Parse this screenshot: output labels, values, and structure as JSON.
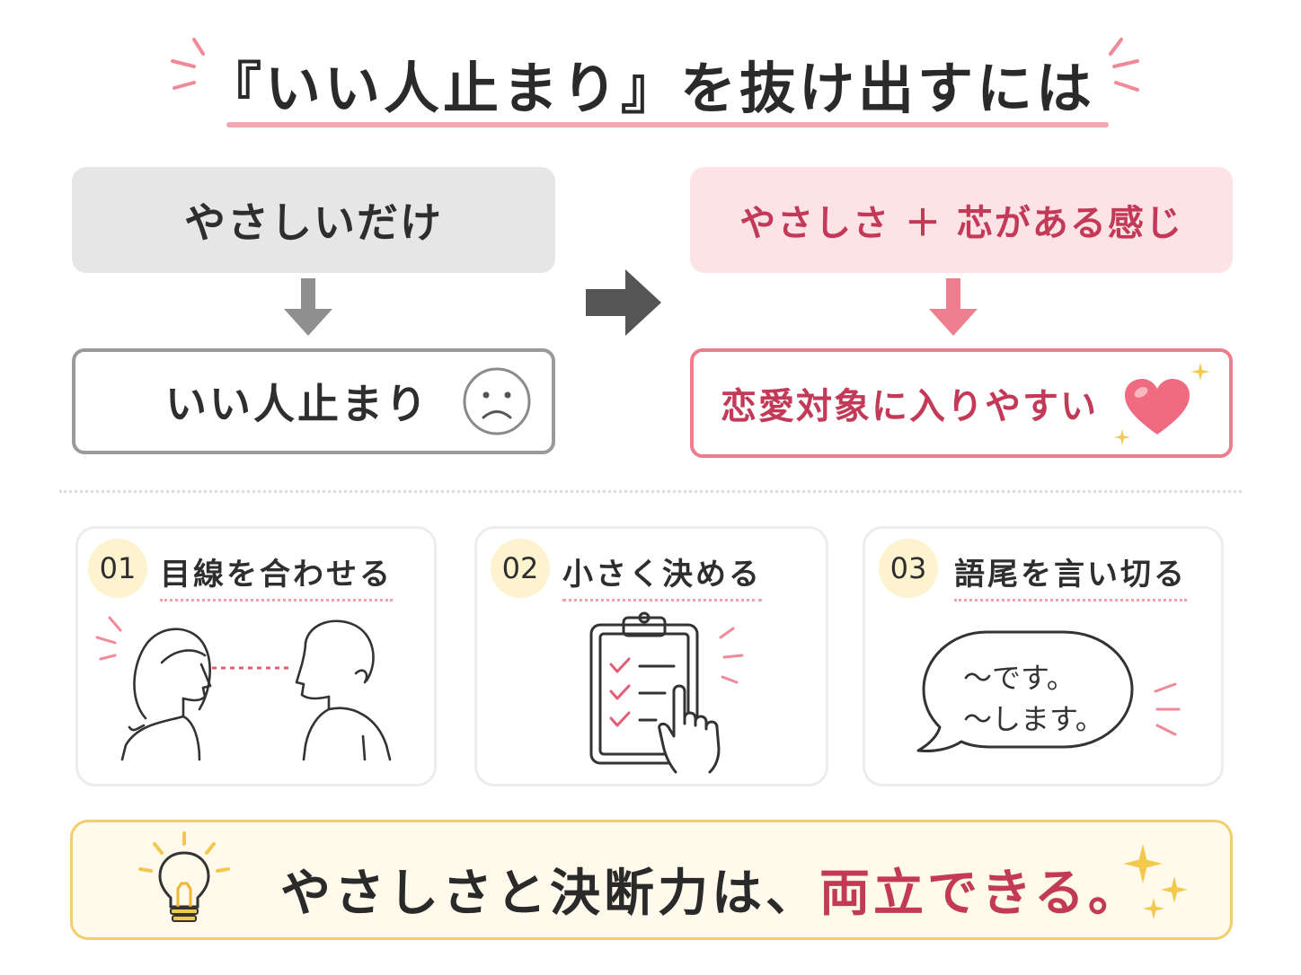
{
  "title": "『いい人止まり』を抜け出すには",
  "flow": {
    "left_top": "やさしいだけ",
    "left_bottom": "いい人止まり",
    "right_top": "やさしさ ＋ 芯がある感じ",
    "right_bottom": "恋愛対象に入りやすい"
  },
  "tips": [
    {
      "number": "01",
      "title": "目線を合わせる"
    },
    {
      "number": "02",
      "title": "小さく決める"
    },
    {
      "number": "03",
      "title": "語尾を言い切る"
    }
  ],
  "speech_bubble": {
    "line1": "〜です。",
    "line2": "〜します。"
  },
  "banner": {
    "prefix": "やさしさと決断力は、",
    "highlight": "両立できる。"
  },
  "colors": {
    "accent": "#c23a57",
    "pink_light": "#fde3e5",
    "gray_box": "#e6e6e6",
    "yellow": "#f2cf6e"
  },
  "icons": [
    "sad-face-icon",
    "heart-icon",
    "sparkle-icon",
    "clipboard-checklist-icon",
    "pointing-hand-icon",
    "speech-bubble-icon",
    "lightbulb-icon"
  ]
}
